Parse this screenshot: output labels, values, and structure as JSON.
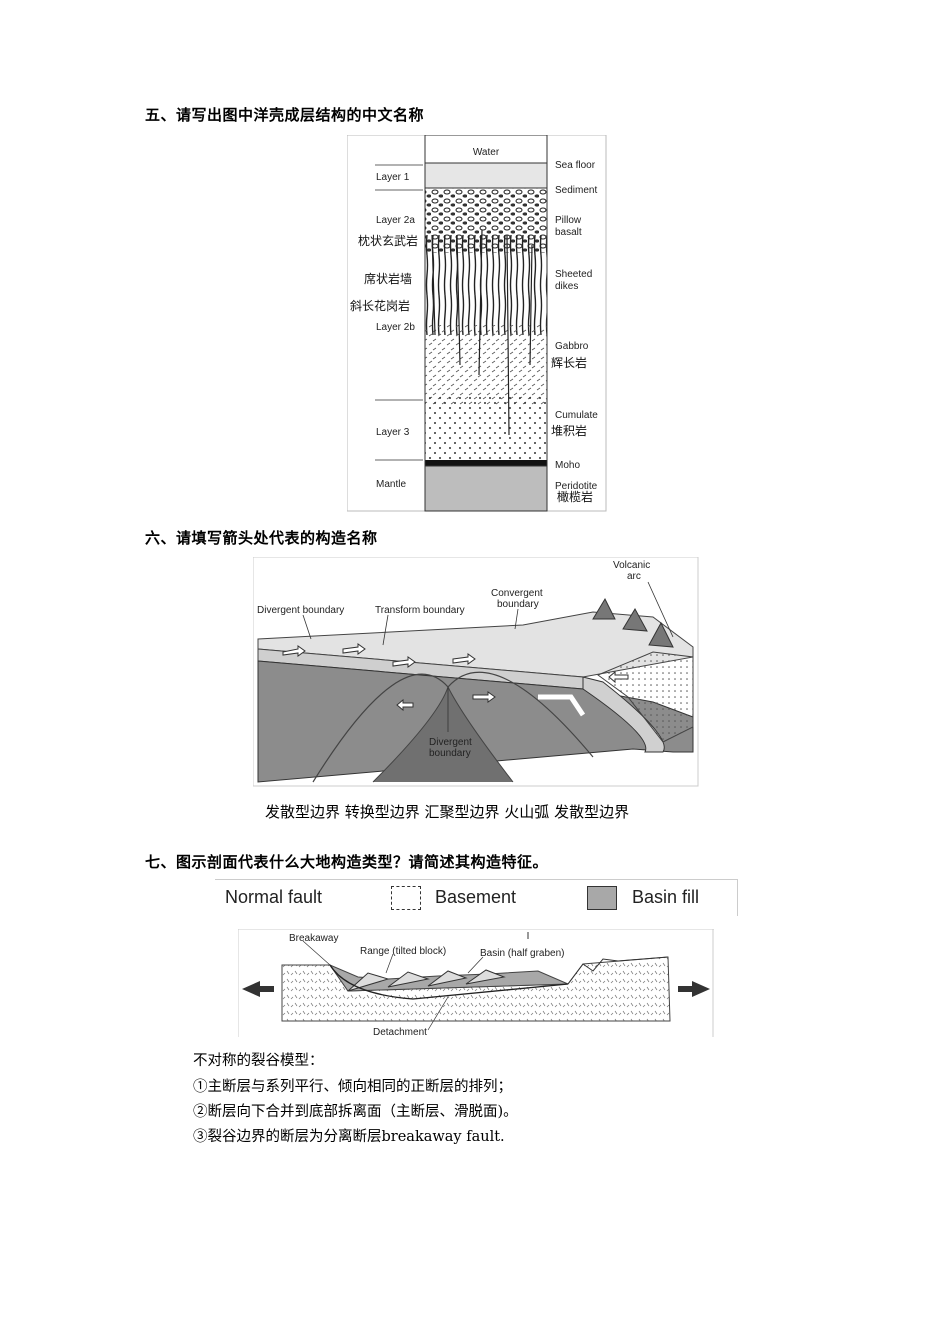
{
  "q5": {
    "heading": "五、请写出图中洋壳成层结构的中文名称",
    "left_labels": [
      "Layer 1",
      "Layer 2a",
      "Layer 2b",
      "Layer 3",
      "Mantle"
    ],
    "right_labels": [
      "Sea floor",
      "Sediment",
      "Pillow",
      "basalt",
      "Sheeted",
      "dikes",
      "Gabbro",
      "Cumulate",
      "Moho",
      "Peridotite"
    ],
    "water_label": "Water",
    "handwritten": [
      "枕状玄武岩",
      "席状岩墙",
      "斜长花岗岩",
      "辉长岩",
      "堆积岩",
      "橄榄岩"
    ]
  },
  "q6": {
    "heading": "六、请填写箭头处代表的构造名称",
    "labels": [
      "Divergent boundary",
      "Transform boundary",
      "Convergent",
      "boundary",
      "Volcanic",
      "arc",
      "Divergent",
      "boundary"
    ],
    "caption": "发散型边界 转换型边界 汇聚型边界 火山弧 发散型边界"
  },
  "q7": {
    "heading": "七、图示剖面代表什么大地构造类型？请简述其构造特征。",
    "legend": [
      "Normal fault",
      "Basement",
      "Basin fill"
    ],
    "labels": [
      "Breakaway",
      "Range (tilted block)",
      "Basin (half graben)",
      "Detachment"
    ],
    "answer": [
      "不对称的裂谷模型：",
      "①主断层与系列平行、倾向相同的正断层的排列；",
      "②断层向下合并到底部拆离面（主断层、滑脱面)。",
      "③裂谷边界的断层为分离断层breakaway fault."
    ]
  }
}
